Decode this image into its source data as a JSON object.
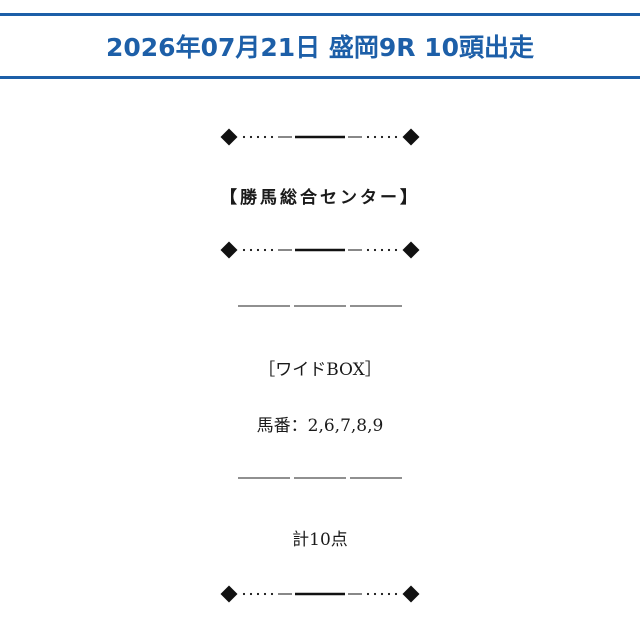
{
  "header": {
    "title": "2026年07月21日 盛岡9R 10頭出走",
    "color": "#1d5fa8"
  },
  "content": {
    "source": "【勝馬総合センター】",
    "bet_type": "［ワイドBOX］",
    "horses": "馬番：2,6,7,8,9",
    "total": "計10点"
  },
  "icons": {
    "ornament_endcap": "diamond-icon"
  }
}
